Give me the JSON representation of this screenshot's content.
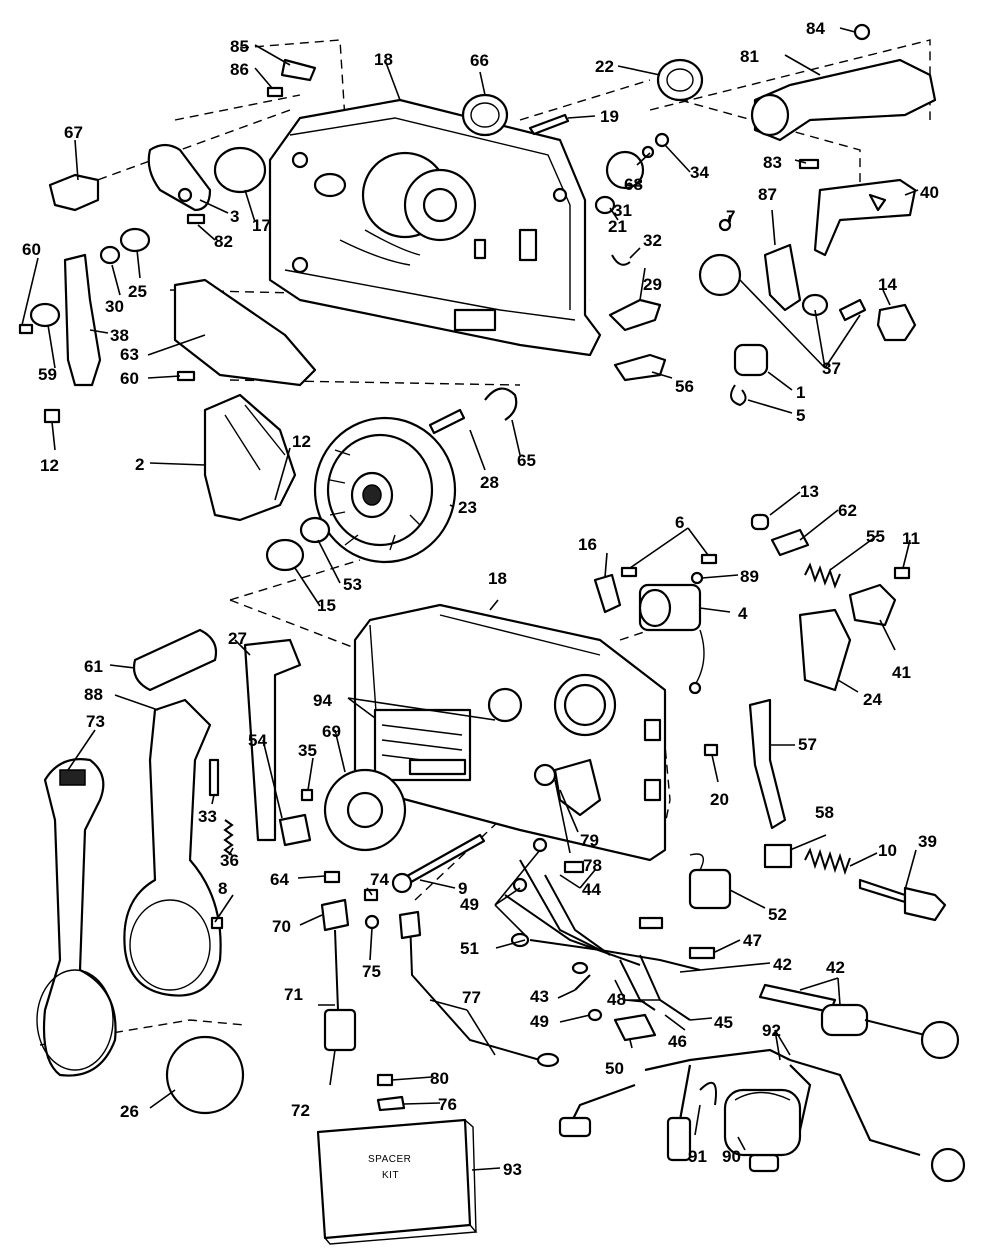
{
  "diagram": {
    "callouts": [
      {
        "id": "c1",
        "label": "1"
      },
      {
        "id": "c2",
        "label": "2"
      },
      {
        "id": "c3",
        "label": "3"
      },
      {
        "id": "c4",
        "label": "4"
      },
      {
        "id": "c5",
        "label": "5"
      },
      {
        "id": "c6",
        "label": "6"
      },
      {
        "id": "c7",
        "label": "7"
      },
      {
        "id": "c8",
        "label": "8"
      },
      {
        "id": "c9",
        "label": "9"
      },
      {
        "id": "c10",
        "label": "10"
      },
      {
        "id": "c11",
        "label": "11"
      },
      {
        "id": "c12a",
        "label": "12"
      },
      {
        "id": "c12b",
        "label": "12"
      },
      {
        "id": "c13",
        "label": "13"
      },
      {
        "id": "c14",
        "label": "14"
      },
      {
        "id": "c15",
        "label": "15"
      },
      {
        "id": "c16",
        "label": "16"
      },
      {
        "id": "c17",
        "label": "17"
      },
      {
        "id": "c18a",
        "label": "18"
      },
      {
        "id": "c18b",
        "label": "18"
      },
      {
        "id": "c19",
        "label": "19"
      },
      {
        "id": "c20",
        "label": "20"
      },
      {
        "id": "c21",
        "label": "21"
      },
      {
        "id": "c22",
        "label": "22"
      },
      {
        "id": "c23",
        "label": "23"
      },
      {
        "id": "c24",
        "label": "24"
      },
      {
        "id": "c25",
        "label": "25"
      },
      {
        "id": "c26",
        "label": "26"
      },
      {
        "id": "c27",
        "label": "27"
      },
      {
        "id": "c28",
        "label": "28"
      },
      {
        "id": "c29",
        "label": "29"
      },
      {
        "id": "c30",
        "label": "30"
      },
      {
        "id": "c31",
        "label": "31"
      },
      {
        "id": "c32",
        "label": "32"
      },
      {
        "id": "c33",
        "label": "33"
      },
      {
        "id": "c34",
        "label": "34"
      },
      {
        "id": "c35",
        "label": "35"
      },
      {
        "id": "c36",
        "label": "36"
      },
      {
        "id": "c37",
        "label": "37"
      },
      {
        "id": "c38",
        "label": "38"
      },
      {
        "id": "c39",
        "label": "39"
      },
      {
        "id": "c40",
        "label": "40"
      },
      {
        "id": "c41",
        "label": "41"
      },
      {
        "id": "c42a",
        "label": "42"
      },
      {
        "id": "c42b",
        "label": "42"
      },
      {
        "id": "c43",
        "label": "43"
      },
      {
        "id": "c44",
        "label": "44"
      },
      {
        "id": "c45",
        "label": "45"
      },
      {
        "id": "c46",
        "label": "46"
      },
      {
        "id": "c47",
        "label": "47"
      },
      {
        "id": "c48",
        "label": "48"
      },
      {
        "id": "c49a",
        "label": "49"
      },
      {
        "id": "c49b",
        "label": "49"
      },
      {
        "id": "c50",
        "label": "50"
      },
      {
        "id": "c51",
        "label": "51"
      },
      {
        "id": "c52",
        "label": "52"
      },
      {
        "id": "c53",
        "label": "53"
      },
      {
        "id": "c54",
        "label": "54"
      },
      {
        "id": "c55",
        "label": "55"
      },
      {
        "id": "c56",
        "label": "56"
      },
      {
        "id": "c57",
        "label": "57"
      },
      {
        "id": "c58",
        "label": "58"
      },
      {
        "id": "c59",
        "label": "59"
      },
      {
        "id": "c60a",
        "label": "60"
      },
      {
        "id": "c60b",
        "label": "60"
      },
      {
        "id": "c61",
        "label": "61"
      },
      {
        "id": "c62",
        "label": "62"
      },
      {
        "id": "c63",
        "label": "63"
      },
      {
        "id": "c64",
        "label": "64"
      },
      {
        "id": "c65",
        "label": "65"
      },
      {
        "id": "c66",
        "label": "66"
      },
      {
        "id": "c67",
        "label": "67"
      },
      {
        "id": "c68",
        "label": "68"
      },
      {
        "id": "c69",
        "label": "69"
      },
      {
        "id": "c70",
        "label": "70"
      },
      {
        "id": "c71",
        "label": "71"
      },
      {
        "id": "c72",
        "label": "72"
      },
      {
        "id": "c73",
        "label": "73"
      },
      {
        "id": "c74",
        "label": "74"
      },
      {
        "id": "c75",
        "label": "75"
      },
      {
        "id": "c76",
        "label": "76"
      },
      {
        "id": "c77",
        "label": "77"
      },
      {
        "id": "c78",
        "label": "78"
      },
      {
        "id": "c79",
        "label": "79"
      },
      {
        "id": "c80",
        "label": "80"
      },
      {
        "id": "c81",
        "label": "81"
      },
      {
        "id": "c82",
        "label": "82"
      },
      {
        "id": "c83",
        "label": "83"
      },
      {
        "id": "c84",
        "label": "84"
      },
      {
        "id": "c85",
        "label": "85"
      },
      {
        "id": "c86",
        "label": "86"
      },
      {
        "id": "c87",
        "label": "87"
      },
      {
        "id": "c88",
        "label": "88"
      },
      {
        "id": "c89",
        "label": "89"
      },
      {
        "id": "c90",
        "label": "90"
      },
      {
        "id": "c91",
        "label": "91"
      },
      {
        "id": "c92",
        "label": "92"
      },
      {
        "id": "c93",
        "label": "93"
      },
      {
        "id": "c94",
        "label": "94"
      }
    ],
    "spacer_kit": {
      "line1": "SPACER",
      "line2": "KIT"
    }
  }
}
